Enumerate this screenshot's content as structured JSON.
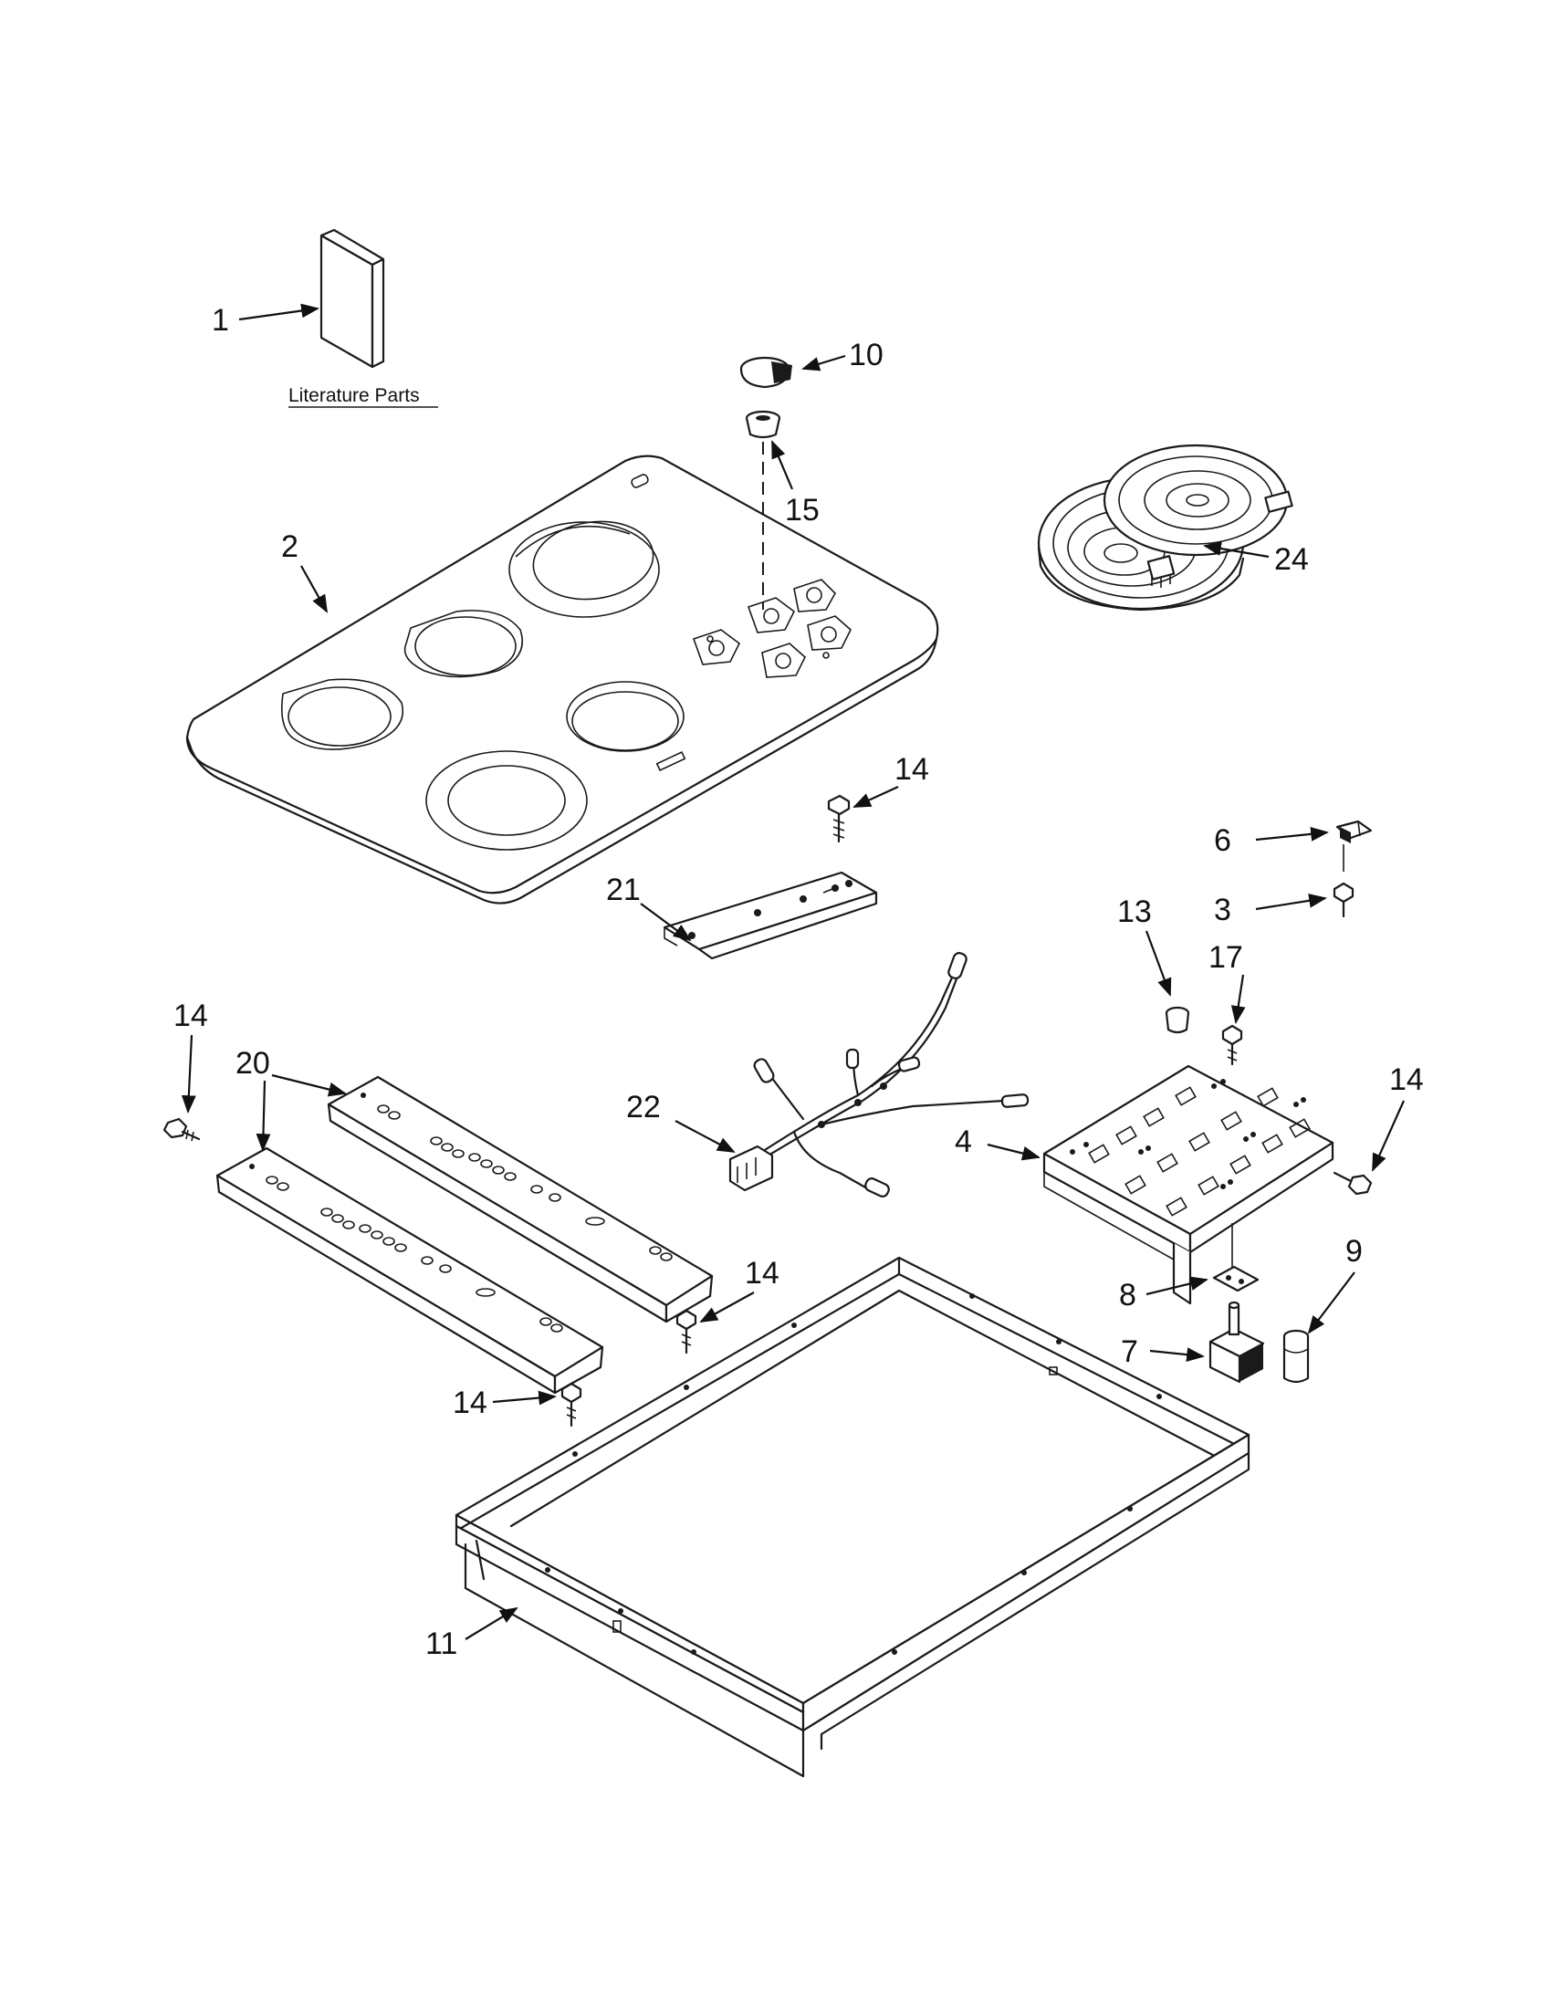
{
  "literature_caption": "Literature Parts",
  "callouts": [
    {
      "id": "c1",
      "label": "1"
    },
    {
      "id": "c2",
      "label": "2"
    },
    {
      "id": "c3",
      "label": "3"
    },
    {
      "id": "c4",
      "label": "4"
    },
    {
      "id": "c6",
      "label": "6"
    },
    {
      "id": "c7",
      "label": "7"
    },
    {
      "id": "c8",
      "label": "8"
    },
    {
      "id": "c9",
      "label": "9"
    },
    {
      "id": "c10",
      "label": "10"
    },
    {
      "id": "c11",
      "label": "11"
    },
    {
      "id": "c13",
      "label": "13"
    },
    {
      "id": "c14a",
      "label": "14"
    },
    {
      "id": "c14b",
      "label": "14"
    },
    {
      "id": "c14c",
      "label": "14"
    },
    {
      "id": "c14d",
      "label": "14"
    },
    {
      "id": "c14e",
      "label": "14"
    },
    {
      "id": "c15",
      "label": "15"
    },
    {
      "id": "c17",
      "label": "17"
    },
    {
      "id": "c20",
      "label": "20"
    },
    {
      "id": "c21",
      "label": "21"
    },
    {
      "id": "c22",
      "label": "22"
    },
    {
      "id": "c24",
      "label": "24"
    }
  ]
}
